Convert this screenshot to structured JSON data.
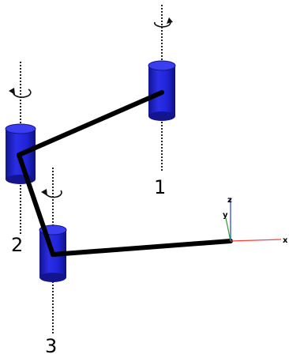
{
  "joints": [
    {
      "label": "1"
    },
    {
      "label": "2"
    },
    {
      "label": "3"
    }
  ],
  "axes": {
    "x_label": "x",
    "y_label": "y",
    "z_label": "z",
    "x_color": "#ff3b3b",
    "y_color": "#2e9e2e",
    "z_color": "#1a3fd6"
  },
  "colors": {
    "cylinder_fill": "#1f23d8",
    "cylinder_dark": "#12158e",
    "cylinder_top": "#3a3ef0",
    "link": "#000000",
    "rotation_axis": "#222222"
  },
  "icons": {
    "rotation": "rotation-arrow-icon"
  }
}
